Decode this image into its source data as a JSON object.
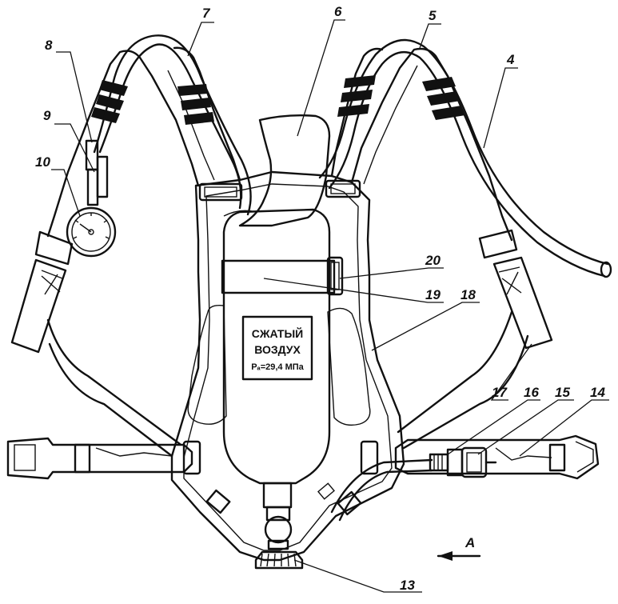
{
  "callouts": [
    {
      "id": "4",
      "text": "4"
    },
    {
      "id": "5",
      "text": "5"
    },
    {
      "id": "6",
      "text": "6"
    },
    {
      "id": "7",
      "text": "7"
    },
    {
      "id": "8",
      "text": "8"
    },
    {
      "id": "9",
      "text": "9"
    },
    {
      "id": "10",
      "text": "10"
    },
    {
      "id": "13",
      "text": "13"
    },
    {
      "id": "14",
      "text": "14"
    },
    {
      "id": "15",
      "text": "15"
    },
    {
      "id": "16",
      "text": "16"
    },
    {
      "id": "17",
      "text": "17"
    },
    {
      "id": "18",
      "text": "18"
    },
    {
      "id": "19",
      "text": "19"
    },
    {
      "id": "20",
      "text": "20"
    }
  ],
  "cylinder_label": {
    "line1": "СЖАТЫЙ",
    "line2": "ВОЗДУХ",
    "pressure": "Pₐ=29,4 МПа"
  },
  "view_arrow": {
    "label": "A"
  }
}
